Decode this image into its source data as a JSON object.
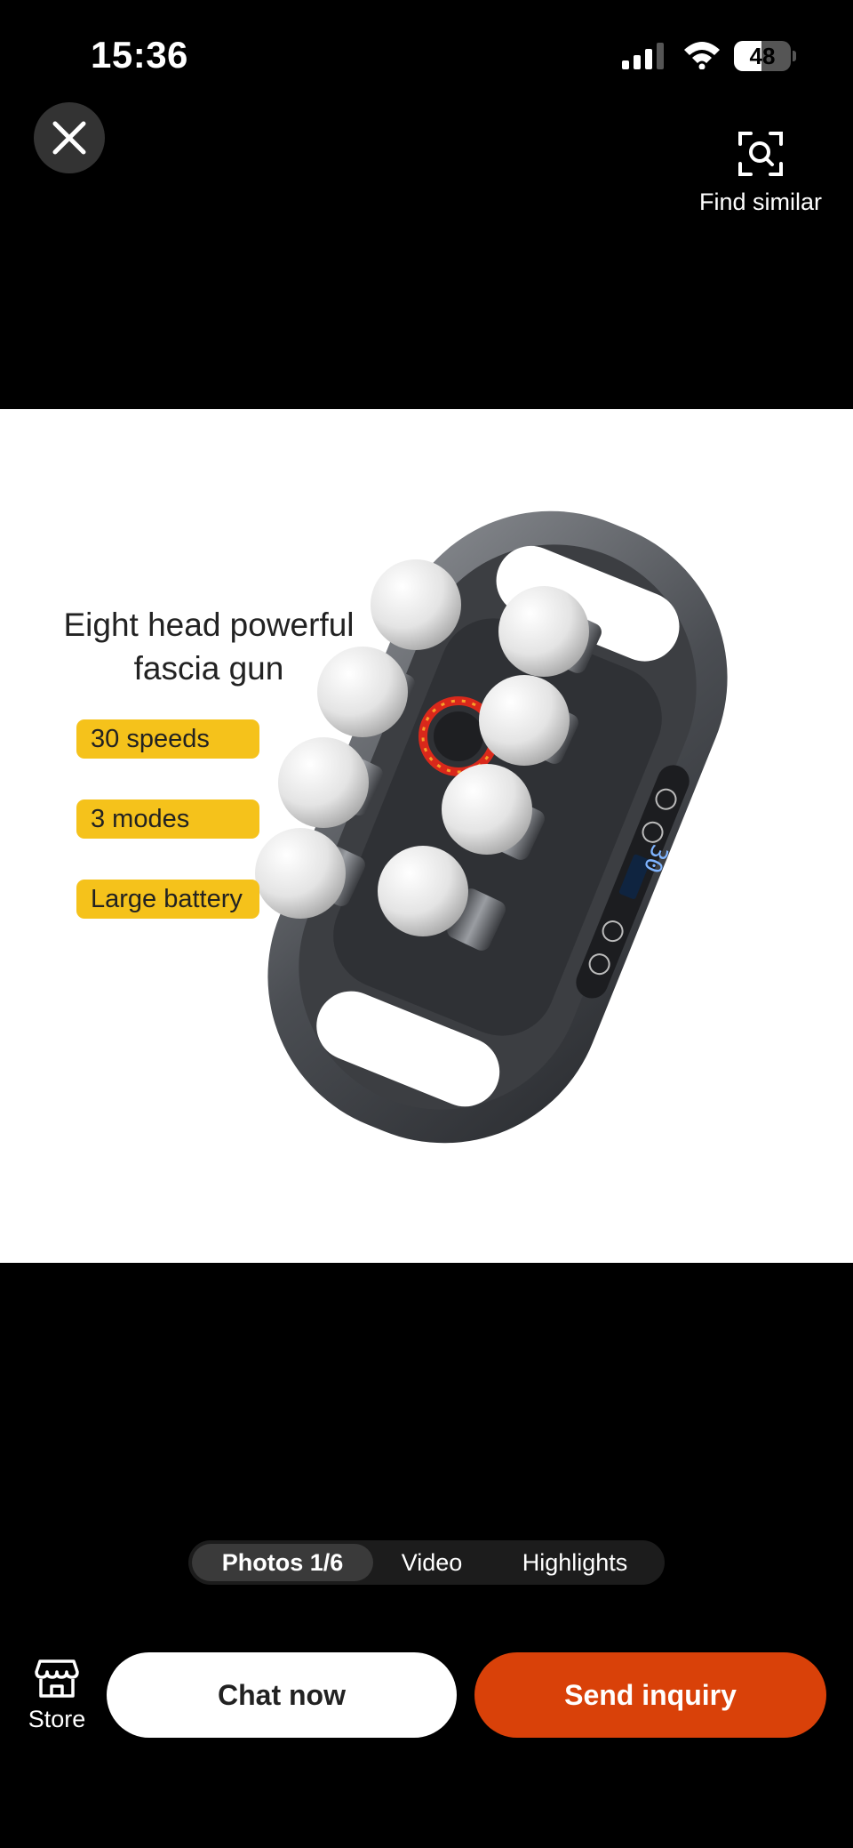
{
  "status_bar": {
    "time": "15:36",
    "battery_level": "48",
    "battery_fraction": 0.48,
    "icons": [
      "signal-icon",
      "wifi-icon",
      "battery-icon"
    ]
  },
  "top_bar": {
    "close_icon": "close-icon",
    "find_similar": {
      "label": "Find similar",
      "icon": "image-search-icon"
    }
  },
  "product_image": {
    "title": "Eight head powerful\nfascia gun",
    "features": [
      "30 speeds",
      "3 modes",
      "Large battery"
    ],
    "device_display": "30"
  },
  "media_tabs": [
    {
      "label": "Photos 1/6",
      "active": true
    },
    {
      "label": "Video",
      "active": false
    },
    {
      "label": "Highlights",
      "active": false
    }
  ],
  "bottom_bar": {
    "store": {
      "label": "Store",
      "icon": "store-icon"
    },
    "chat_label": "Chat now",
    "inquiry_label": "Send inquiry"
  },
  "colors": {
    "background": "#000000",
    "accent": "#d94109",
    "badge": "#f5c21b"
  }
}
